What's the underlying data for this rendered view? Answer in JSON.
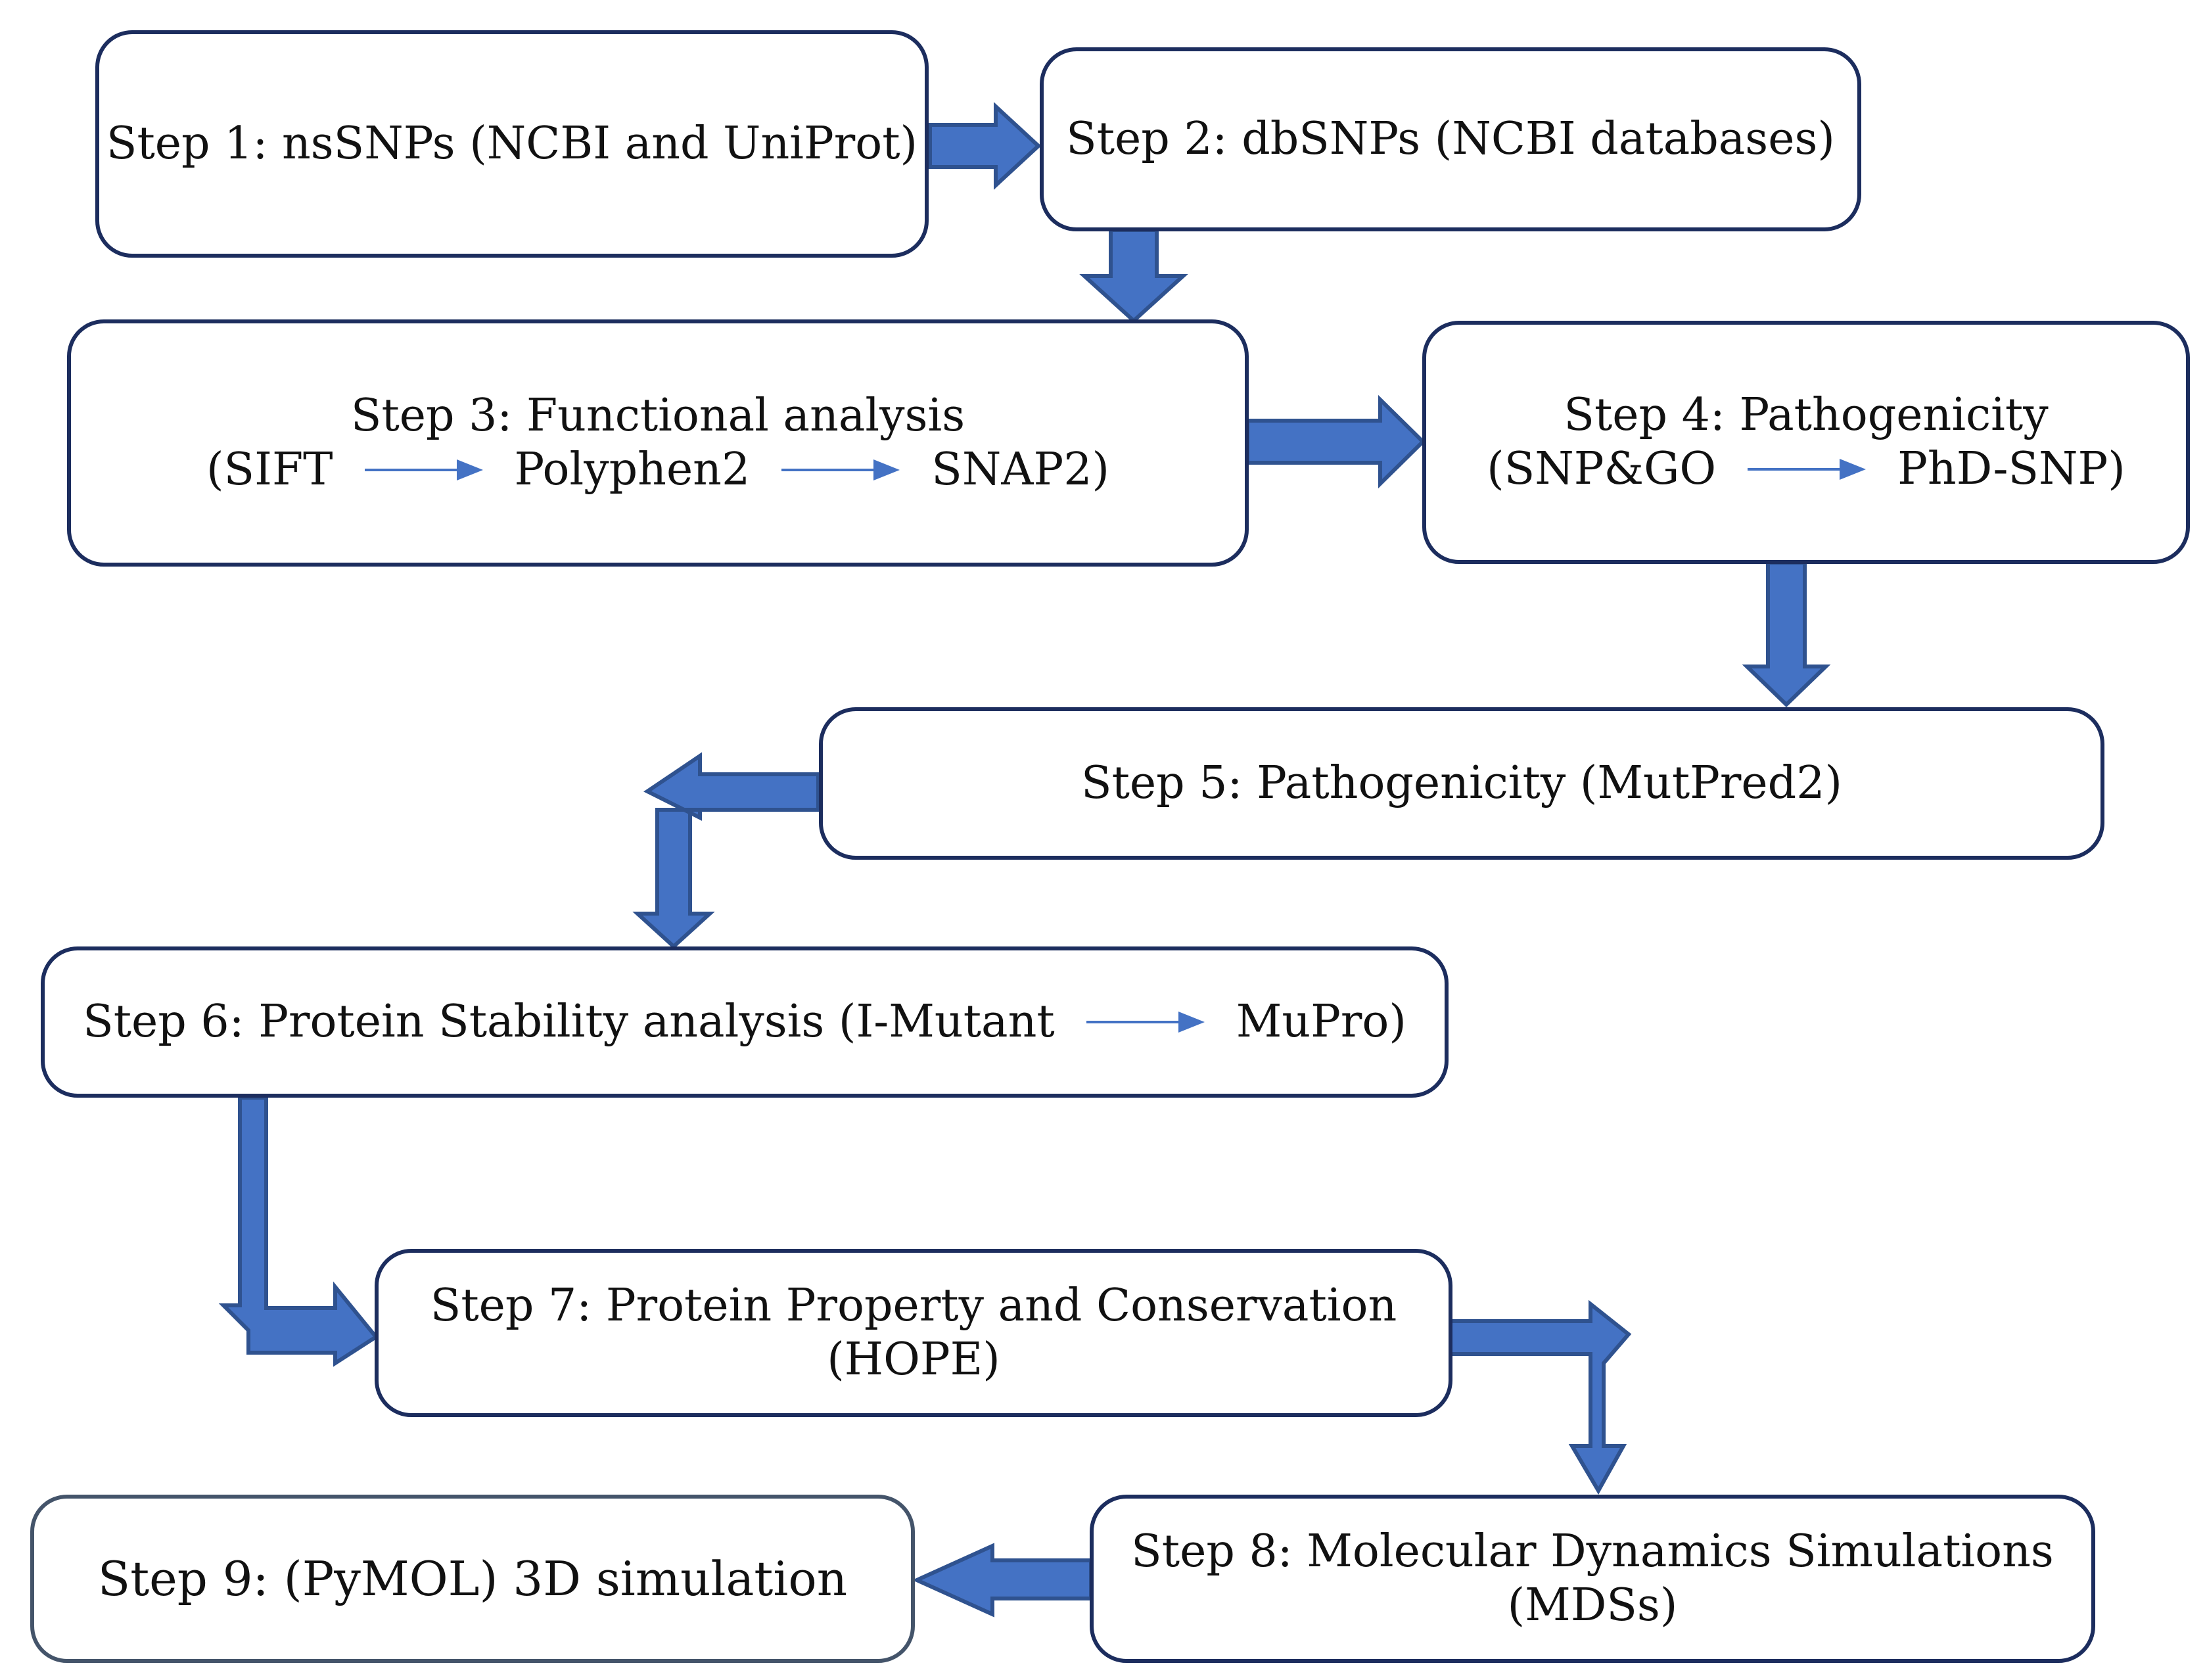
{
  "steps": {
    "step1": "Step 1: nsSNPs (NCBI and UniProt)",
    "step2": "Step 2: dbSNPs (NCBI databases)",
    "step3": {
      "title": "Step 3: Functional analysis",
      "tools": [
        "(SIFT",
        "Polyphen2",
        "SNAP2)"
      ]
    },
    "step4": {
      "title": "Step 4: Pathogenicity",
      "tools": [
        "(SNP&GO",
        "PhD-SNP)"
      ]
    },
    "step5": "Step 5: Pathogenicity (MutPred2)",
    "step6": {
      "tools": [
        "Step 6: Protein Stability analysis (I-Mutant",
        "MuPro)"
      ]
    },
    "step7": {
      "line1": "Step 7: Protein Property and Conservation",
      "line2": "(HOPE)"
    },
    "step8": {
      "line1": "Step 8: Molecular Dynamics Simulations",
      "line2": "(MDSs)"
    },
    "step9": "Step 9: (PyMOL) 3D simulation"
  },
  "colors": {
    "box_border": "#1c2d5e",
    "arrow_fill": "#4472c4",
    "arrow_stroke": "#2f528f"
  }
}
